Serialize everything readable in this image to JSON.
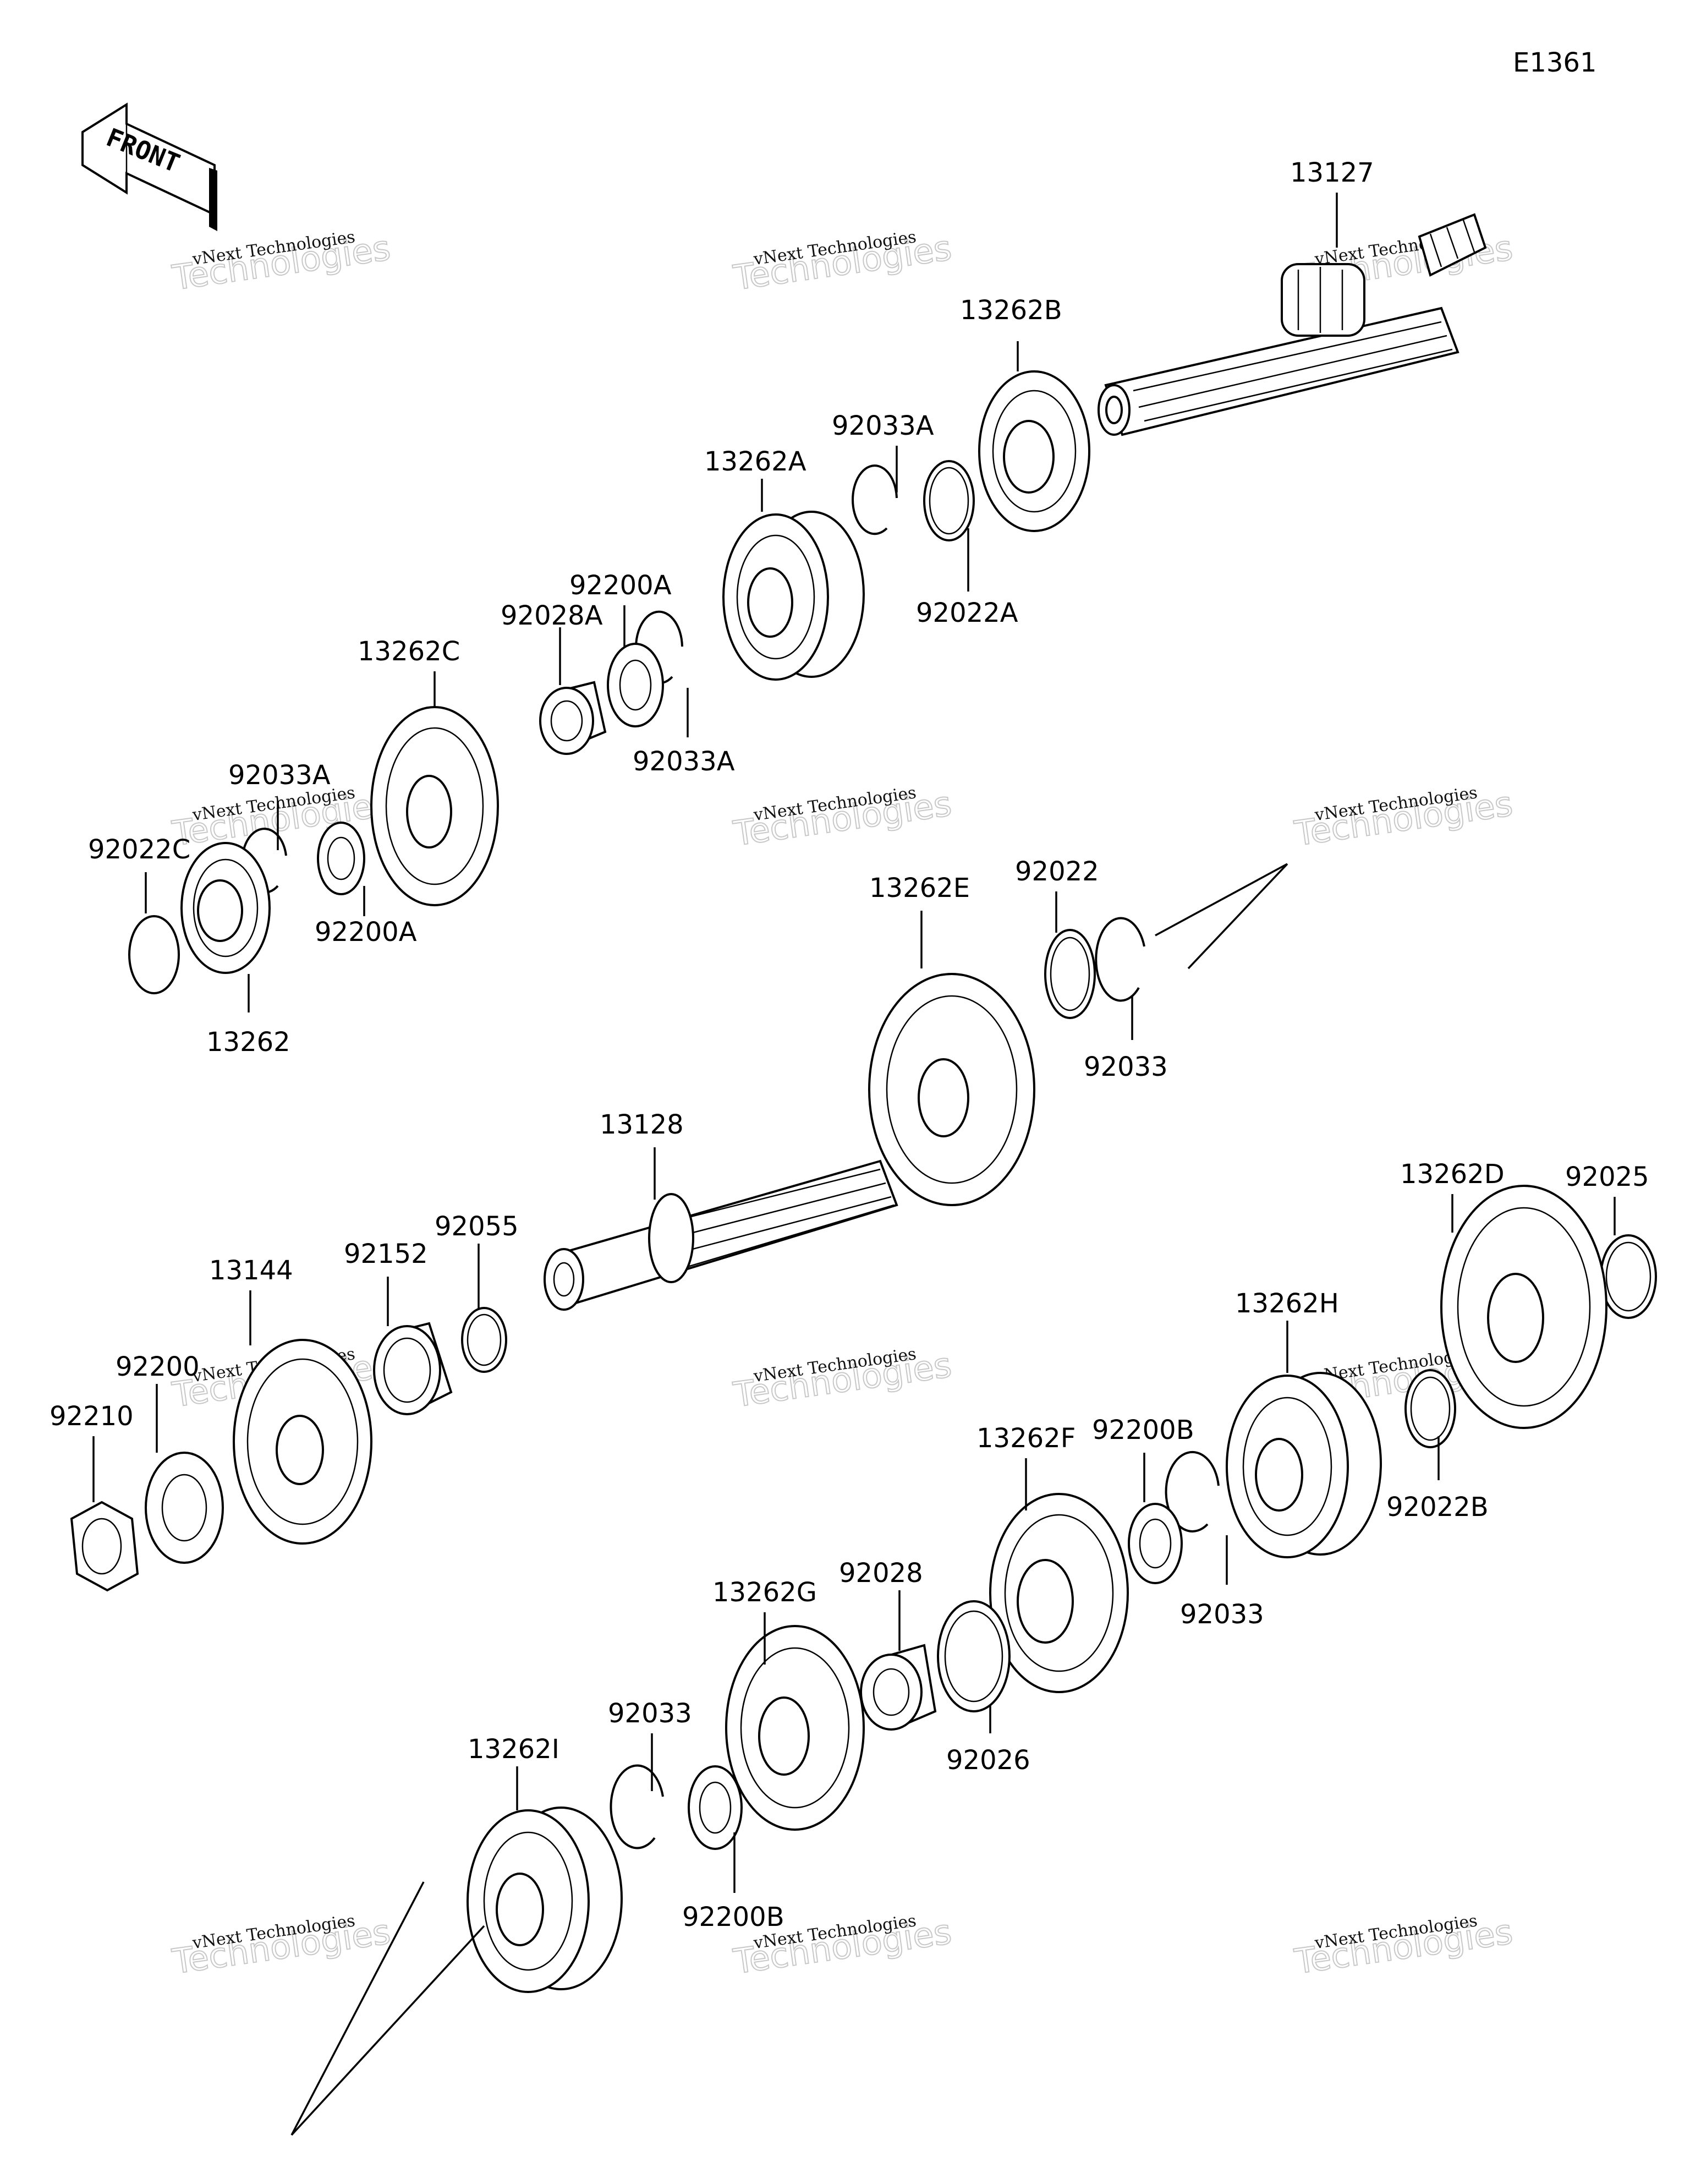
{
  "diagram_code": "E1361",
  "front_label": "FRONT",
  "watermark": {
    "line1": "vNext Technologies",
    "line2": "Technologies",
    "brand": "vNext"
  },
  "labels": {
    "p13127": "13127",
    "p13262B": "13262B",
    "p92033A_top": "92033A",
    "p13262A": "13262A",
    "p92022A": "92022A",
    "p92200A_top": "92200A",
    "p92028A": "92028A",
    "p92033A_mid": "92033A",
    "p13262C": "13262C",
    "p92033A_left": "92033A",
    "p92022C": "92022C",
    "p92200A_left": "92200A",
    "p13262": "13262",
    "p13262E": "13262E",
    "p92022": "92022",
    "p92033_e": "92033",
    "p13128": "13128",
    "p92055": "92055",
    "p92152": "92152",
    "p13144": "13144",
    "p92200": "92200",
    "p92210": "92210",
    "p13262D": "13262D",
    "p92025": "92025",
    "p13262H": "13262H",
    "p92022B": "92022B",
    "p13262F": "13262F",
    "p92200B_mid": "92200B",
    "p92033_h": "92033",
    "p92028": "92028",
    "p13262G": "13262G",
    "p92026": "92026",
    "p92033_g": "92033",
    "p13262I": "13262I",
    "p92200B_low": "92200B"
  }
}
